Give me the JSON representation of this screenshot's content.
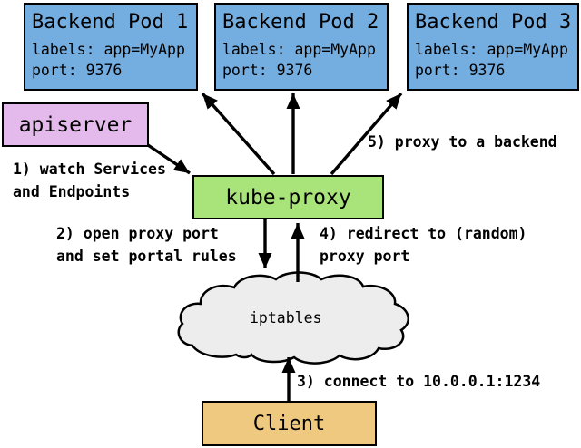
{
  "colors": {
    "pod-fill": "#74ADE0",
    "apiserver-fill": "#E4B9EB",
    "kube-proxy-fill": "#A8E47A",
    "client-fill": "#EFC97F",
    "cloud-fill": "#EDEDED",
    "line": "#000000"
  },
  "pods": [
    {
      "title": "Backend Pod 1",
      "labels_line": "labels: app=MyApp",
      "port_line": "port: 9376"
    },
    {
      "title": "Backend Pod 2",
      "labels_line": "labels: app=MyApp",
      "port_line": "port: 9376"
    },
    {
      "title": "Backend Pod 3",
      "labels_line": "labels: app=MyApp",
      "port_line": "port: 9376"
    }
  ],
  "nodes": {
    "apiserver": "apiserver",
    "kube_proxy": "kube-proxy",
    "iptables": "iptables",
    "client": "Client"
  },
  "annotations": {
    "step1": "1) watch Services\nand Endpoints",
    "step2": "2) open proxy port\nand set portal rules",
    "step3": "3) connect to 10.0.0.1:1234",
    "step4": "4) redirect to (random)\nproxy port",
    "step5": "5) proxy to a backend"
  }
}
